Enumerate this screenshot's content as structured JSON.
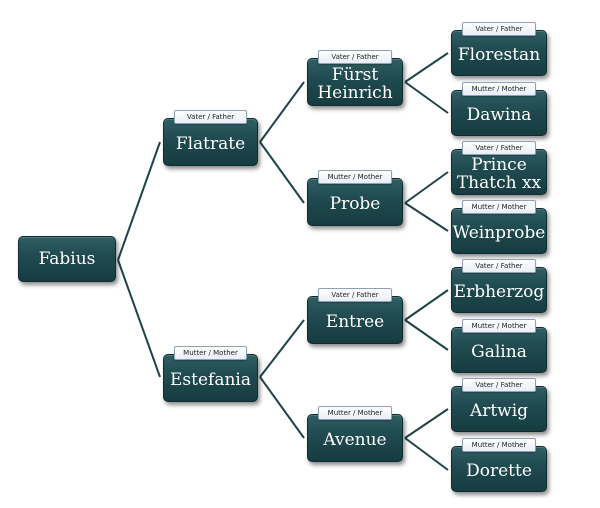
{
  "relation_labels": {
    "father": "Vater / Father",
    "mother": "Mutter / Mother"
  },
  "colors": {
    "box": "#1f4a4f",
    "line": "#1e4448",
    "tag_border": "#8fa1b8"
  },
  "people": {
    "root": "Fabius",
    "sire": "Flatrate",
    "dam": "Estefania",
    "sire_sire": "Fürst\nHeinrich",
    "sire_dam": "Probe",
    "dam_sire": "Entree",
    "dam_dam": "Avenue",
    "ss_sire": "Florestan",
    "ss_dam": "Dawina",
    "sd_sire": "Prince\nThatch xx",
    "sd_dam": "Weinprobe",
    "ds_sire": "Erbherzog",
    "ds_dam": "Galina",
    "dd_sire": "Artwig",
    "dd_dam": "Dorette"
  }
}
